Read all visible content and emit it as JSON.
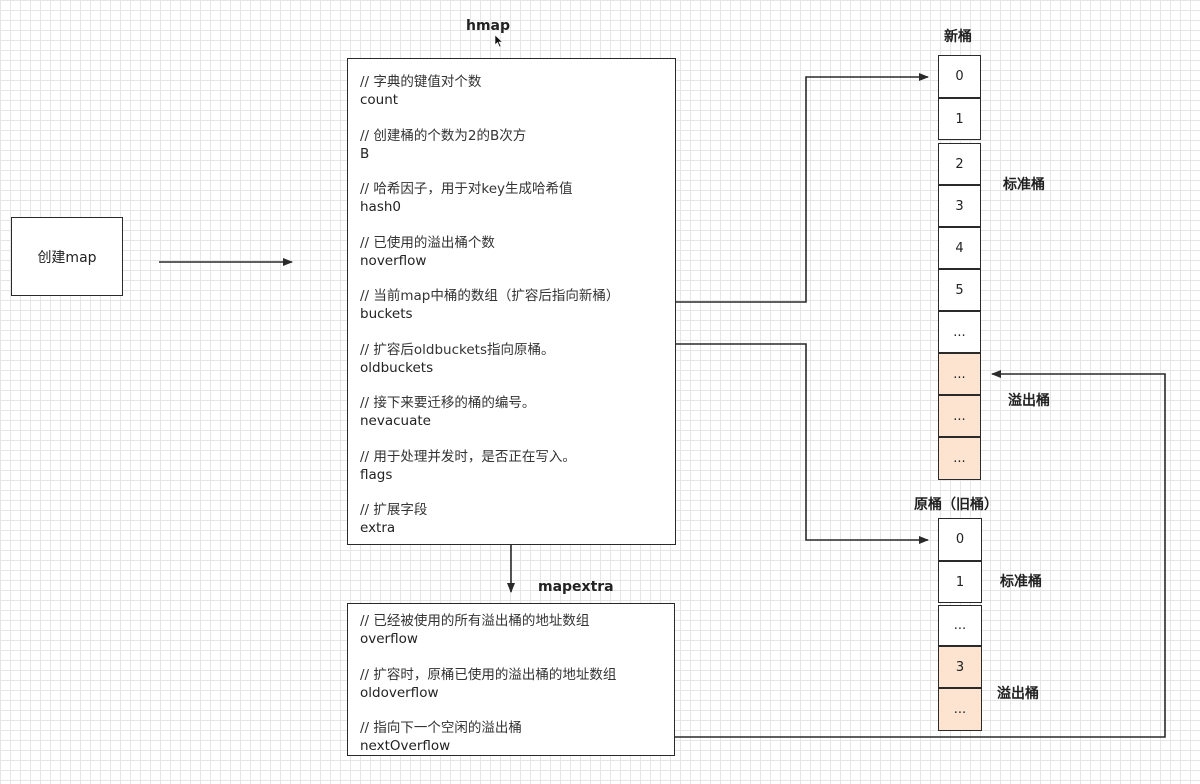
{
  "create_map": {
    "label": "创建map"
  },
  "hmap": {
    "title": "hmap",
    "fields": [
      {
        "comment": "// 字典的键值对个数",
        "name": "count"
      },
      {
        "comment": "// 创建桶的个数为2的B次方",
        "name": "B"
      },
      {
        "comment": "// 哈希因子，用于对key生成哈希值",
        "name": "hash0"
      },
      {
        "comment": "// 已使用的溢出桶个数",
        "name": "noverflow"
      },
      {
        "comment": "// 当前map中桶的数组（扩容后指向新桶）",
        "name": "buckets"
      },
      {
        "comment": "// 扩容后oldbuckets指向原桶。",
        "name": "oldbuckets"
      },
      {
        "comment": "// 接下来要迁移的桶的编号。",
        "name": "nevacuate"
      },
      {
        "comment": "// 用于处理并发时，是否正在写入。",
        "name": "flags"
      },
      {
        "comment": "// 扩展字段",
        "name": "extra"
      }
    ]
  },
  "mapextra": {
    "title": "mapextra",
    "fields": [
      {
        "comment": "// 已经被使用的所有溢出桶的地址数组",
        "name": "overflow"
      },
      {
        "comment": "// 扩容时，原桶已使用的溢出桶的地址数组",
        "name": "oldoverflow"
      },
      {
        "comment": "// 指向下一个空闲的溢出桶",
        "name": "nextOverflow"
      }
    ]
  },
  "new_buckets": {
    "title": "新桶",
    "standard_label": "标准桶",
    "overflow_label": "溢出桶",
    "cells": [
      "0",
      "1",
      "2",
      "3",
      "4",
      "5",
      "...",
      "...",
      "...",
      "..."
    ]
  },
  "old_buckets": {
    "title": "原桶（旧桶）",
    "standard_label": "标准桶",
    "overflow_label": "溢出桶",
    "cells": [
      "0",
      "1",
      "...",
      "3",
      "..."
    ]
  },
  "colors": {
    "overflow_fill": "#fce4d0",
    "line": "#2a2a2a",
    "grid": "#e6e6e6"
  }
}
